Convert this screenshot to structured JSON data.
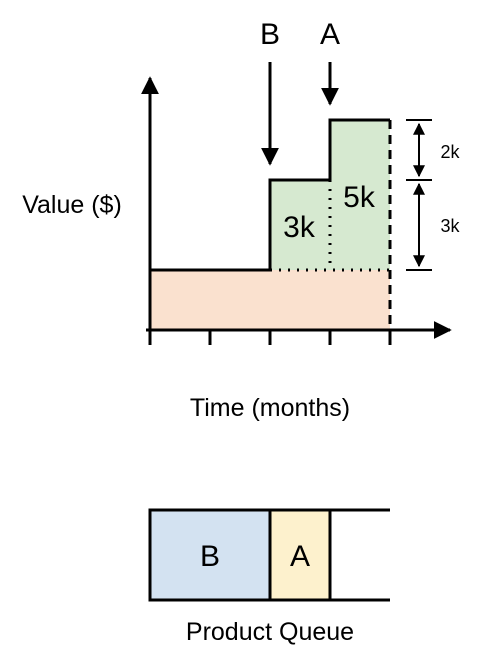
{
  "markers": {
    "b": "B",
    "a": "A"
  },
  "axes": {
    "y_label": "Value ($)",
    "x_label": "Time (months)"
  },
  "segments": {
    "b_value": "3k",
    "a_value": "5k"
  },
  "dimensions": {
    "upper": "2k",
    "lower": "3k"
  },
  "queue": {
    "slot_b": "B",
    "slot_a": "A",
    "caption": "Product Queue"
  },
  "colors": {
    "base_fill": "#fae1cf",
    "gain_fill": "#d6e9d0",
    "queue_b_fill": "#d3e2f1",
    "queue_a_fill": "#fdf1cd",
    "stroke": "#000000"
  }
}
